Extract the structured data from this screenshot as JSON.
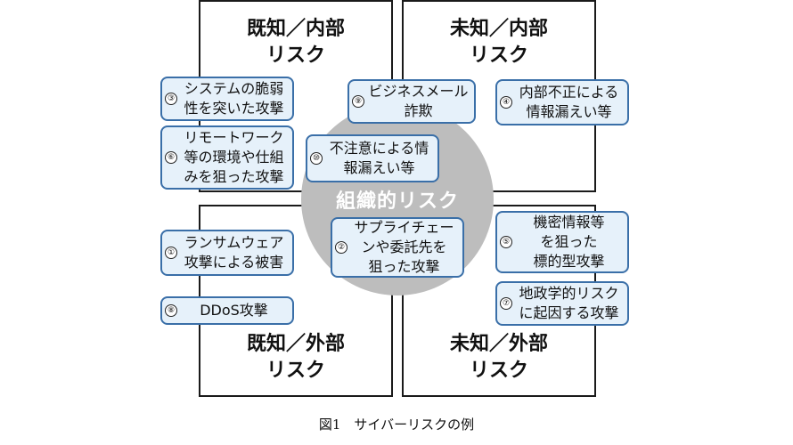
{
  "quadrants": {
    "known_internal": "既知／内部\nリスク",
    "unknown_internal": "未知／内部\nリスク",
    "known_external": "既知／外部\nリスク",
    "unknown_external": "未知／外部\nリスク"
  },
  "center": {
    "label": "組織的リスク"
  },
  "risks": [
    {
      "num": "③",
      "text": "システムの脆弱\n性を突いた攻撃"
    },
    {
      "num": "⑥",
      "text": "リモートワーク\n等の環境や仕組\nみを狙った攻撃"
    },
    {
      "num": "⑨",
      "text": "ビジネスメール\n詐欺"
    },
    {
      "num": "④",
      "text": "内部不正による\n情報漏えい等"
    },
    {
      "num": "⑩",
      "text": "不注意による情\n報漏えい等"
    },
    {
      "num": "②",
      "text": "サプライチェー\nンや委託先を\n狙った攻撃"
    },
    {
      "num": "①",
      "text": "ランサムウェア\n攻撃による被害"
    },
    {
      "num": "⑧",
      "text": "DDoS攻撃"
    },
    {
      "num": "⑤",
      "text": "機密情報等\nを狙った\n標的型攻撃"
    },
    {
      "num": "⑦",
      "text": "地政学的リスク\nに起因する攻撃"
    }
  ],
  "caption": "図1　サイバーリスクの例"
}
